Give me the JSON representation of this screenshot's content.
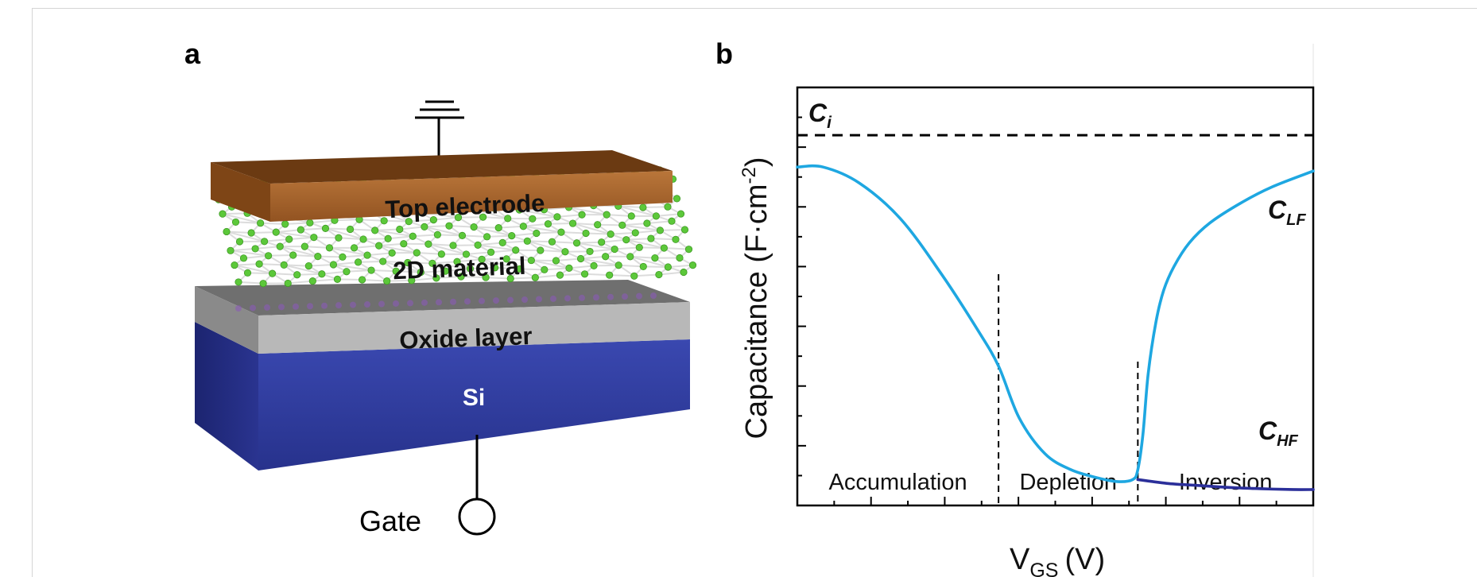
{
  "panel_a": {
    "letter": "a",
    "labels": {
      "top_electrode": "Top electrode",
      "material": "2D material",
      "oxide": "Oxide layer",
      "substrate": "Si",
      "gate": "Gate"
    },
    "colors": {
      "electrode": "#a8642a",
      "oxide": "#b5b5b5",
      "silicon": "#2f3b9e",
      "atoms": "#5cc83a",
      "bonds": "#dcdcdc"
    }
  },
  "panel_b": {
    "letter": "b",
    "colors": {
      "lf_curve": "#1ea7e1",
      "hf_curve": "#2b2f9a",
      "ci_line": "#000000"
    }
  },
  "chart_data": {
    "type": "line",
    "ylabel": "Capacitance (F·cm",
    "ylabel_sup": "-2",
    "ylabel_end": ")",
    "xlabel": "V",
    "xlabel_sub": "GS",
    "xlabel_unit": "(V)",
    "tick_labels": false,
    "ylim": [
      0,
      1.05
    ],
    "xlim": [
      0,
      10
    ],
    "reference_line": {
      "label": "C",
      "label_sub": "i",
      "value": 0.93,
      "style": "dashed"
    },
    "regions": [
      {
        "name": "Accumulation",
        "from": 0,
        "to": 3.9
      },
      {
        "name": "Depletion",
        "from": 3.9,
        "to": 6.6
      },
      {
        "name": "Inversion",
        "from": 6.6,
        "to": 10
      }
    ],
    "region_dividers": [
      3.9,
      6.6
    ],
    "series": [
      {
        "name": "C",
        "name_sub": "LF",
        "x": [
          0,
          0.5,
          1.2,
          2.0,
          2.8,
          3.5,
          3.9,
          4.3,
          4.8,
          5.3,
          5.8,
          6.2,
          6.5,
          6.6,
          6.7,
          6.8,
          6.95,
          7.1,
          7.3,
          7.6,
          8.0,
          8.6,
          9.2,
          10
        ],
        "y": [
          0.85,
          0.85,
          0.81,
          0.72,
          0.58,
          0.44,
          0.35,
          0.22,
          0.13,
          0.09,
          0.07,
          0.06,
          0.065,
          0.09,
          0.18,
          0.33,
          0.46,
          0.54,
          0.6,
          0.66,
          0.71,
          0.76,
          0.8,
          0.84
        ]
      },
      {
        "name": "C",
        "name_sub": "HF",
        "x": [
          6.6,
          7.2,
          7.8,
          8.4,
          9.0,
          9.6,
          10
        ],
        "y": [
          0.065,
          0.055,
          0.05,
          0.045,
          0.042,
          0.04,
          0.04
        ]
      }
    ]
  }
}
